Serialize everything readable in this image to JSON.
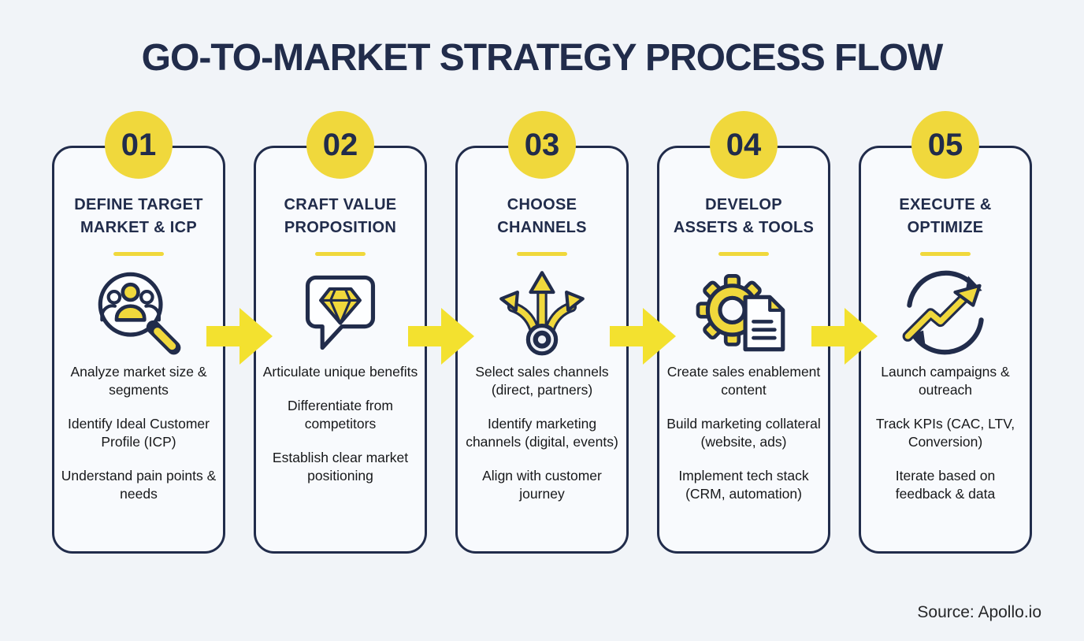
{
  "title": "GO-TO-MARKET STRATEGY PROCESS FLOW",
  "source": "Source: Apollo.io",
  "colors": {
    "background": "#F1F4F8",
    "card_background": "#F8FAFD",
    "navy": "#212C4B",
    "badge_yellow": "#F0D83C",
    "arrow_yellow": "#F3E12F",
    "body_text": "#17181A"
  },
  "steps": [
    {
      "number": "01",
      "title_lines": [
        "DEFINE TARGET",
        "MARKET & ICP"
      ],
      "icon": "magnifier-people-icon",
      "items": [
        "Analyze market size & segments",
        "Identify Ideal Customer Profile (ICP)",
        "Understand pain points & needs"
      ]
    },
    {
      "number": "02",
      "title_lines": [
        "CRAFT VALUE",
        "PROPOSITION"
      ],
      "icon": "speech-bubble-diamond-icon",
      "items": [
        "Articulate unique benefits",
        "Differentiate from competitors",
        "Establish clear market positioning"
      ]
    },
    {
      "number": "03",
      "title_lines": [
        "CHOOSE",
        "CHANNELS"
      ],
      "icon": "three-way-arrows-icon",
      "items": [
        "Select sales channels (direct, partners)",
        "Identify marketing channels (digital, events)",
        "Align with customer journey"
      ]
    },
    {
      "number": "04",
      "title_lines": [
        "DEVELOP",
        "ASSETS & TOOLS"
      ],
      "icon": "gear-document-icon",
      "items": [
        "Create sales enablement content",
        "Build marketing collateral (website, ads)",
        "Implement tech stack (CRM, automation)"
      ]
    },
    {
      "number": "05",
      "title_lines": [
        "EXECUTE &",
        "OPTIMIZE"
      ],
      "icon": "cycle-trend-arrow-icon",
      "items": [
        "Launch campaigns & outreach",
        "Track KPIs (CAC, LTV, Conversion)",
        "Iterate based on feedback & data"
      ]
    }
  ]
}
